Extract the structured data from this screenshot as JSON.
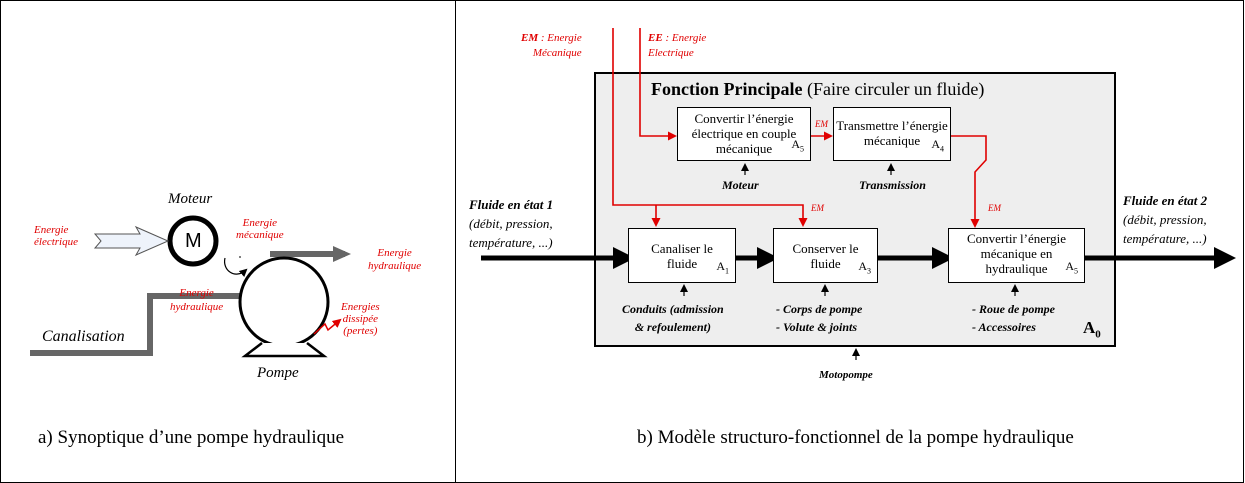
{
  "left": {
    "motor_title": "Moteur",
    "motor_symbol": "M",
    "energie_electrique": [
      "Energie",
      "électrique"
    ],
    "energie_mecanique": [
      "Energie",
      "mécanique"
    ],
    "energie_hydraulique_out": [
      "Energie",
      "hydraulique"
    ],
    "energie_hydraulique_in": [
      "Energie",
      "hydraulique"
    ],
    "energies_dissipees": [
      "Energies",
      "dissipée",
      "(pertes)"
    ],
    "canalisation": "Canalisation",
    "pompe": "Pompe",
    "caption": "a) Synoptique d’une pompe hydraulique"
  },
  "right": {
    "em_input": [
      "EM",
      " : Energie",
      "Mécanique"
    ],
    "ee_input": [
      "EE",
      " : Energie",
      "Electrique"
    ],
    "title_bold": "Fonction Principale",
    "title_rest": " (Faire circuler un fluide)",
    "box_a5_top": {
      "lines": [
        "Convertir l’énergie",
        "électrique en couple",
        "mécanique"
      ],
      "label": "A",
      "sub": "5"
    },
    "box_a4": {
      "lines": [
        "Transmettre l’énergie",
        "mécanique"
      ],
      "label": "A",
      "sub": "4"
    },
    "box_a1": {
      "lines": [
        "Canaliser le",
        "fluide"
      ],
      "label": "A",
      "sub": "1"
    },
    "box_a3": {
      "lines": [
        "Conserver le",
        "fluide"
      ],
      "label": "A",
      "sub": "3"
    },
    "box_a5_right": {
      "lines": [
        "Convertir l’énergie",
        "mécanique en",
        "hydraulique"
      ],
      "label": "A",
      "sub": "5"
    },
    "em_label_1": "EM",
    "em_label_2": "EM",
    "em_label_3": "EM",
    "moteur": "Moteur",
    "transmission": "Transmission",
    "conduits": [
      "Conduits (admission",
      "& refoulement)"
    ],
    "corps": [
      "- Corps de pompe",
      "- Volute & joints"
    ],
    "roue": [
      "- Roue de pompe",
      "- Accessoires"
    ],
    "motopompe": "Motopompe",
    "a0_label": "A",
    "a0_sub": "0",
    "fluid_in": [
      "Fluide en état 1",
      "(débit, pression,",
      "température, ...)"
    ],
    "fluid_out": [
      "Fluide en état 2",
      "(débit, pression,",
      "température, ...)"
    ],
    "caption": "b) Modèle structuro-fonctionnel de la pompe hydraulique"
  },
  "colors": {
    "energy_red": "#e00000",
    "flow_grey": "#666666",
    "box_grey": "#eeeeee"
  }
}
